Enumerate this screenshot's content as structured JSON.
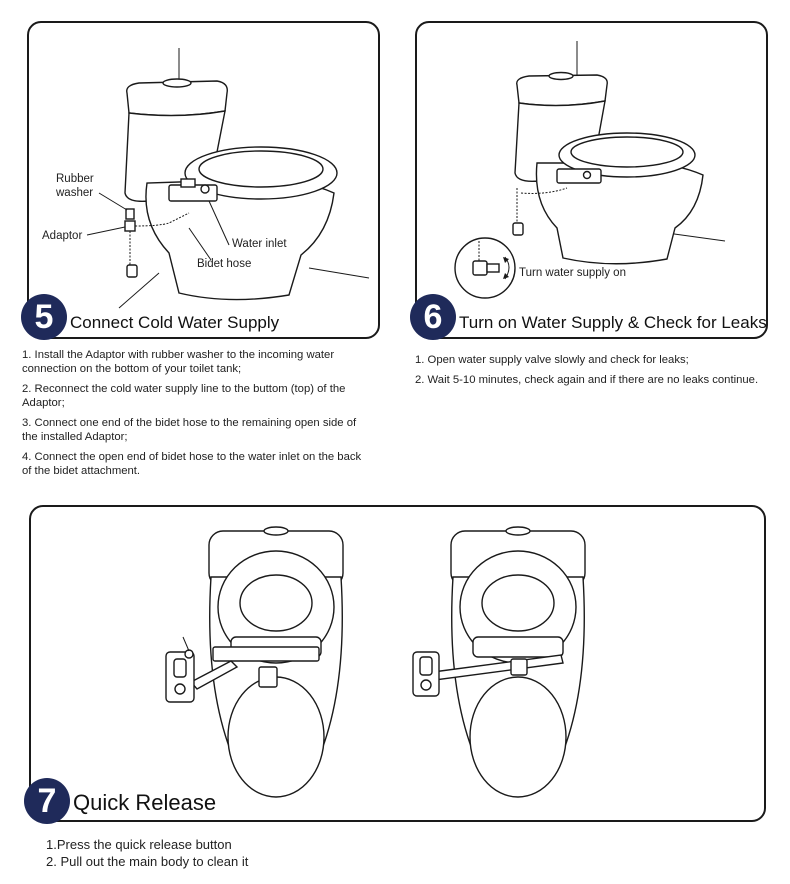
{
  "step5": {
    "number": "5",
    "title": "Connect Cold Water Supply",
    "labels": {
      "rubber_washer": "Rubber washer",
      "rubber_washer_l1": "Rubber",
      "rubber_washer_l2": "washer",
      "adaptor": "Adaptor",
      "water_inlet": "Water inlet",
      "bidet_hose": "Bidet hose"
    },
    "instructions": [
      "1. Install the Adaptor with rubber washer to the incoming water connection on the bottom of your toilet tank;",
      "2. Reconnect the cold water supply line to the buttom (top) of the Adaptor;",
      "3. Connect one end of the bidet hose to the remaining open side of the installed Adaptor;",
      "4. Connect the open end of bidet hose to the water inlet on the back of the bidet attachment."
    ]
  },
  "step6": {
    "number": "6",
    "title": "Turn on Water Supply & Check for Leaks",
    "labels": {
      "turn_on": "Turn water supply on"
    },
    "instructions": [
      "1. Open water supply valve slowly and check for leaks;",
      "2. Wait 5-10 minutes, check again and if there are no leaks continue."
    ]
  },
  "step7": {
    "number": "7",
    "title": "Quick Release",
    "instructions": [
      "1.Press the quick release button",
      "2. Pull out the main body to clean it"
    ]
  }
}
